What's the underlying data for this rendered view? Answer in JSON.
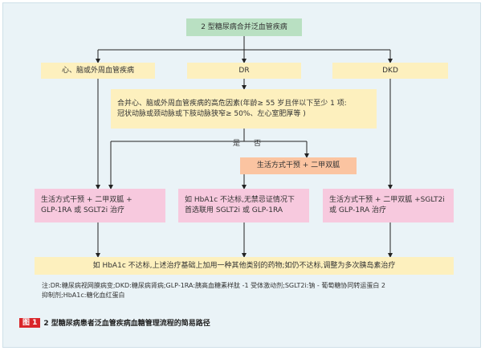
{
  "top": "2 型糖尿病合并泛血管疾病",
  "cat_cvd": "心、脑或外周血管疾病",
  "cat_dr": "DR",
  "cat_dkd": "DKD",
  "risk_line1": "合并心、脑或外周血管疾病的高危因素(年龄≥ 55 岁且伴以下至少 1 项:",
  "risk_line2": "冠状动脉或颈动脉或下肢动脉狭窄≥ 50%、左心室肥厚等 )",
  "yes": "是",
  "no": "否",
  "lifestyle": "生活方式干预 + 二甲双胍",
  "treat_left_l1": "生活方式干预 + 二甲双胍 +",
  "treat_left_l2": "GLP-1RA 或 SGLT2i 治疗",
  "treat_mid_l1": "如 HbA1c 不达标,无禁忌证情况下",
  "treat_mid_l2": "首选联用 SGLT2i 或 GLP-1RA",
  "treat_right_l1": "生活方式干预 + 二甲双胍 +SGLT2i",
  "treat_right_l2": "或 GLP-1RA 治疗",
  "bottom": "如 HbA1c 不达标,上述治疗基础上加用一种其他类别的药物;如仍不达标,调整为多次胰岛素治疗",
  "note_l1": "注:DR:糖尿病视网膜病变;DKD:糖尿病肾病;GLP-1RA:胰高血糖素样肽 -1 受体激动剂;SGLT2i:钠 - 葡萄糖协同转运蛋白 2",
  "note_l2": "抑制剂;HbA1c:糖化血红蛋白",
  "fig_tag": "图 1",
  "fig_title": "2 型糖尿病患者泛血管疾病血糖管理流程的简易路径",
  "colors": {
    "green": "#b9e0c2",
    "yellow": "#fdf0be",
    "orange": "#fbc4a1",
    "pink": "#f7c9de",
    "caption_red": "#d9262a"
  }
}
